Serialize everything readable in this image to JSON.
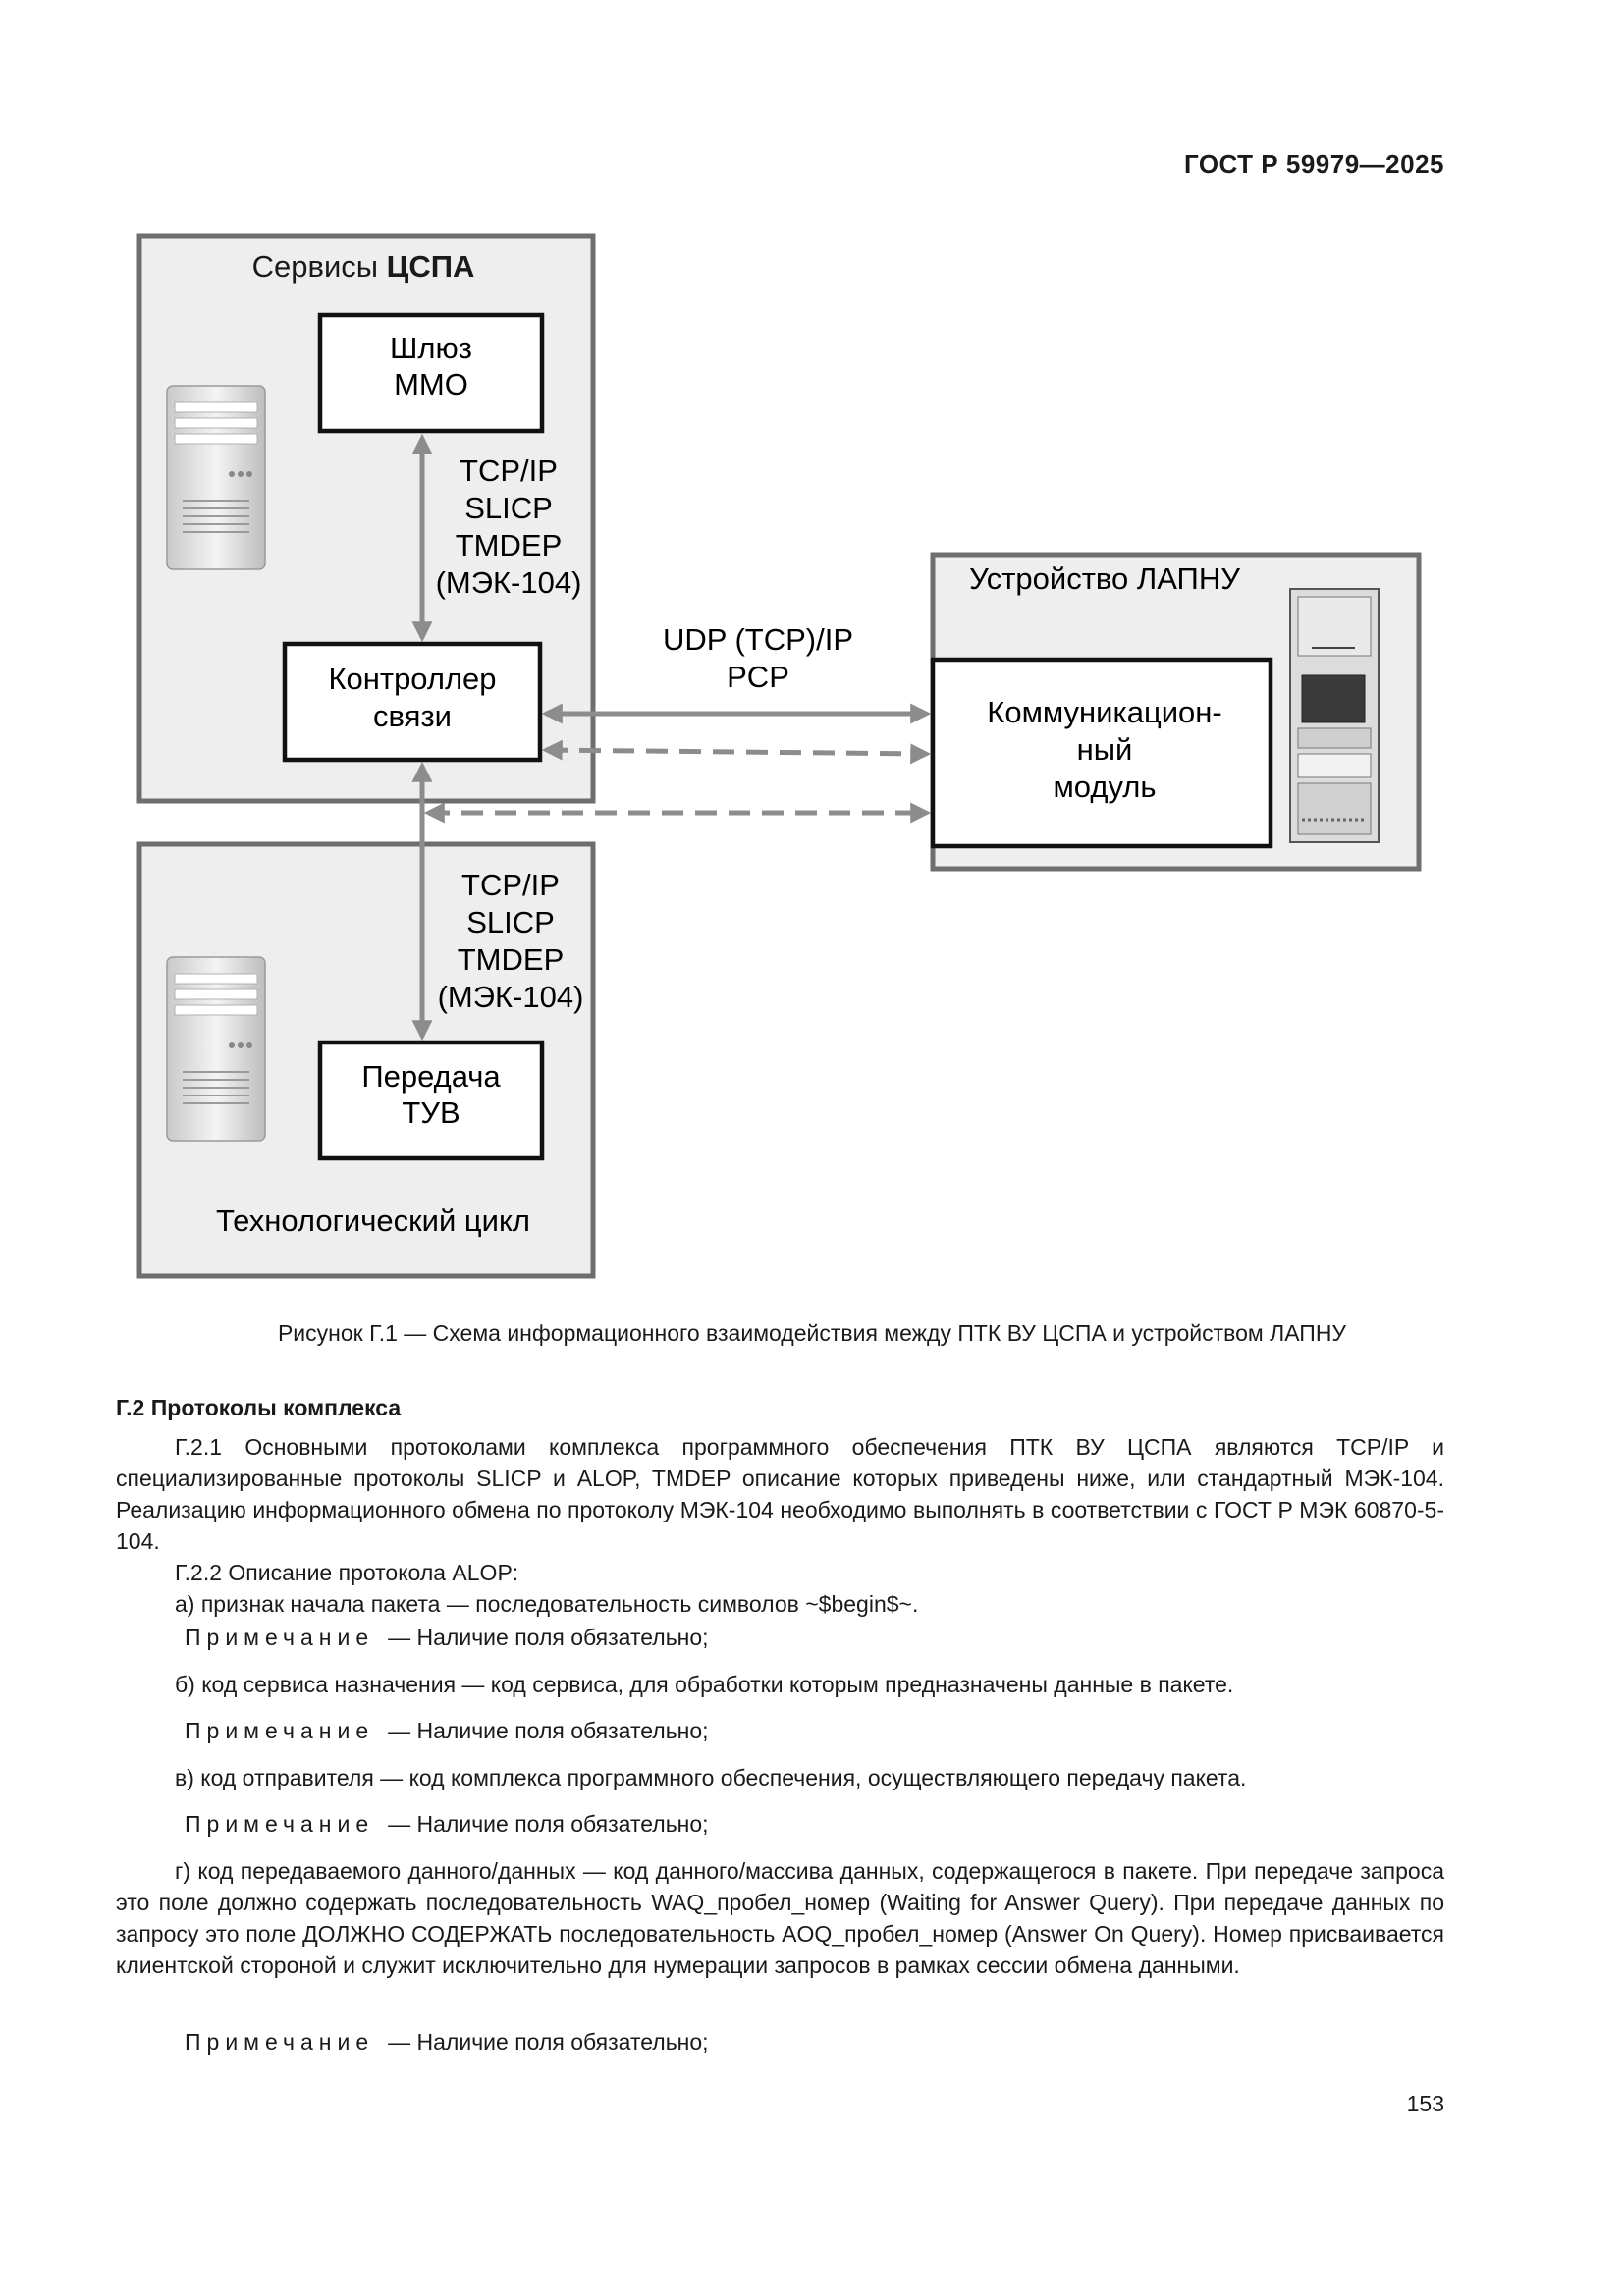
{
  "header": {
    "doc_code": "ГОСТ Р 59979—2025"
  },
  "figure": {
    "services_title_prefix": "Сервисы ",
    "services_title_bold": "ЦСПА",
    "gateway_line1": "Шлюз",
    "gateway_line2": "ММО",
    "protocols_top": [
      "TCP/IP",
      "SLICP",
      "TMDEP",
      "(МЭК-104)"
    ],
    "controller_line1": "Контроллер",
    "controller_line2": "связи",
    "udp_line1": "UDP (TCP)/IP",
    "udp_line2": "PCP",
    "lapnu_title": "Устройство ЛАПНУ",
    "comm_line1": "Коммуникацион-",
    "comm_line2": "ный",
    "comm_line3": "модуль",
    "protocols_bottom": [
      "TCP/IP",
      "SLICP",
      "TMDEP",
      "(МЭК-104)"
    ],
    "transfer_line1": "Передача",
    "transfer_line2": "ТУВ",
    "tech_cycle_title": "Технологический цикл",
    "caption": "Рисунок Г.1 — Схема информационного взаимодействия между ПТК ВУ ЦСПА и устройством ЛАПНУ"
  },
  "section": {
    "heading": "Г.2 Протоколы комплекса",
    "p1": "Г.2.1 Основными протоколами комплекса программного обеспечения ПТК ВУ ЦСПА являются TCP/IP и специализированные протоколы SLICP и ALOP, TMDEP описание которых приведены ниже, или стандартный МЭК-104. Реализацию информационного обмена по протоколу МЭК-104 необходимо выполнять в соответствии с ГОСТ Р МЭК 60870-5-104.",
    "p2": "Г.2.2 Описание протокола ALOP:",
    "item_a": "а) признак начала пакета — последовательность символов ~$begin$~.",
    "note_label": "Примечание",
    "note_text": "— Наличие поля обязательно;",
    "item_b": "б) код сервиса назначения — код сервиса, для обработки которым предназначены данные в пакете.",
    "item_v": "в) код отправителя — код комплекса программного обеспечения, осуществляющего передачу пакета.",
    "item_g": "г) код передаваемого данного/данных — код данного/массива данных, содержащегося в пакете. При передаче запроса это поле должно содержать последовательность WAQ_пробел_номер (Waiting for Answer Query). При передаче данных по запросу это поле ДОЛЖНО СОДЕРЖАТЬ последовательность AOQ_пробел_номер (Answer On Query). Номер присваивается клиентской стороной и служит исключительно для нумерации запросов в рамках сессии обмена данными."
  },
  "footer": {
    "page_number": "153"
  },
  "colors": {
    "box_fill": "#eeeeee",
    "box_border": "#6e6e6e",
    "arrow": "#8c8c8c",
    "inner_border": "#111111"
  }
}
